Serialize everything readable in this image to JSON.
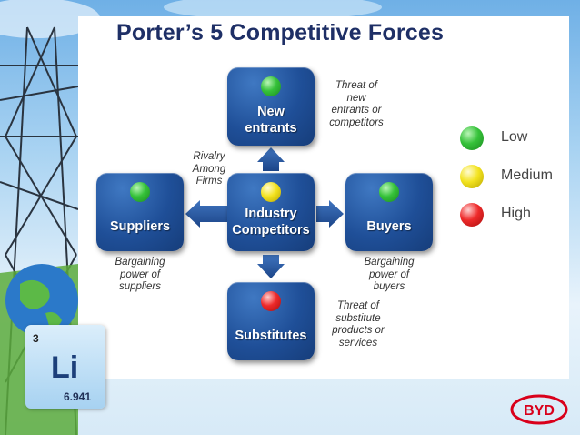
{
  "title": "Porter’s 5 Competitive Forces",
  "boxes": {
    "new_entrants": {
      "label_line1": "New",
      "label_line2": "entrants",
      "level": "Low"
    },
    "industry": {
      "label_line1": "Industry",
      "label_line2": "Competitors",
      "level": "Medium"
    },
    "suppliers": {
      "label": "Suppliers",
      "level": "Low"
    },
    "buyers": {
      "label": "Buyers",
      "level": "Low"
    },
    "substitutes": {
      "label": "Substitutes",
      "level": "High"
    }
  },
  "notes": {
    "new_entrants": [
      "Threat of",
      "new",
      "entrants or",
      "competitors"
    ],
    "rivalry": [
      "Rivalry",
      "Among",
      "Firms"
    ],
    "suppliers": [
      "Bargaining",
      "power of",
      "suppliers"
    ],
    "buyers": [
      "Bargaining",
      "power of",
      "buyers"
    ],
    "substitutes": [
      "Threat of",
      "substitute",
      "products or",
      "services"
    ]
  },
  "legend": [
    {
      "label": "Low",
      "color": "#2fbf35"
    },
    {
      "label": "Medium",
      "color": "#f0e020"
    },
    {
      "label": "High",
      "color": "#e52a2a"
    }
  ],
  "element_tile": {
    "number": "3",
    "symbol": "Li",
    "mass": "6.941"
  },
  "logo": {
    "text": "BYD",
    "color": "#d9001b"
  },
  "colors": {
    "box": "#1f4f98",
    "title": "#1e2f66"
  }
}
